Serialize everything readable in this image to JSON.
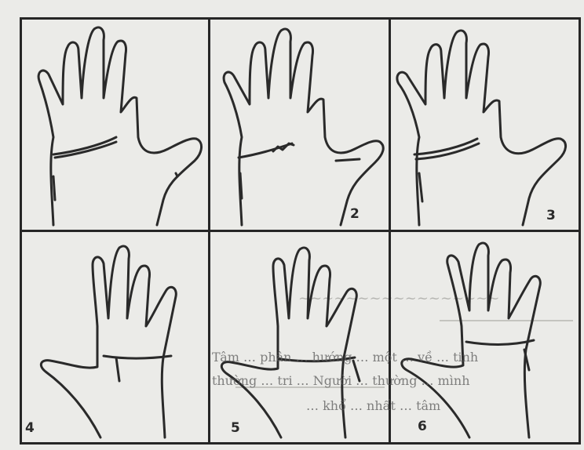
{
  "figure": {
    "panels": [
      {
        "id": 1,
        "label": ""
      },
      {
        "id": 2,
        "label": "2"
      },
      {
        "id": 3,
        "label": "3"
      },
      {
        "id": 4,
        "label": "4"
      },
      {
        "id": 5,
        "label": "5"
      },
      {
        "id": 6,
        "label": "6"
      }
    ]
  },
  "caption_fragments": {
    "line1": "Tâm … phân … hướng … một … về … tinh",
    "line2": "thường … tri … Người … thường … mình",
    "line3": "… khổ … nhất … tâm"
  }
}
